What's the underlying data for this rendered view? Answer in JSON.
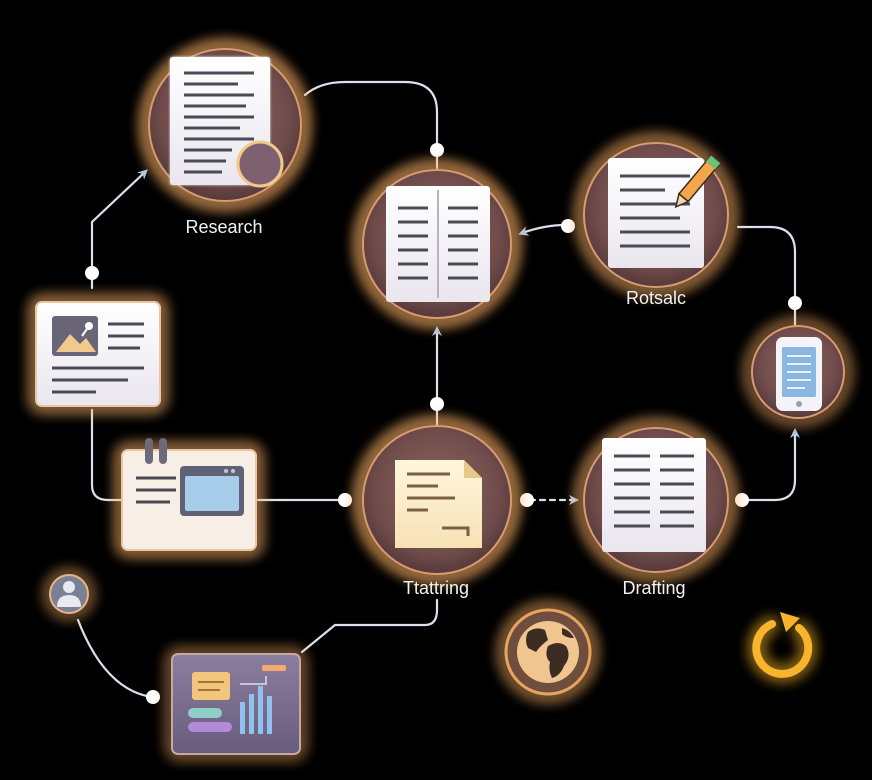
{
  "labels": {
    "research": "Research",
    "rotsalc": "Rotsalc",
    "tattring": "Ttattring",
    "drafting": "Drafting"
  },
  "icons": {
    "research_node": "document-page-icon",
    "central_node": "open-book-icon",
    "rotsalc_node": "document-pencil-icon",
    "phone_node": "mobile-phone-icon",
    "image_card_node": "image-text-card-icon",
    "browser_card_node": "browser-window-card-icon",
    "tattring_node": "document-fold-icon",
    "drafting_node": "document-icon",
    "user_node": "user-avatar-icon",
    "dashboard_node": "chart-dashboard-icon",
    "globe_node": "globe-icon",
    "refresh_node": "refresh-icon"
  },
  "colors": {
    "background": "#000000",
    "glow": "#ffb469",
    "node_fill": "#7a5654",
    "connector": "#dbe1ec",
    "arrow": "#a9c7ea",
    "paper": "#f2efeb",
    "paper_warm": "#f9eccb",
    "refresh": "#f7b42c",
    "label": "#f2f2f2"
  }
}
